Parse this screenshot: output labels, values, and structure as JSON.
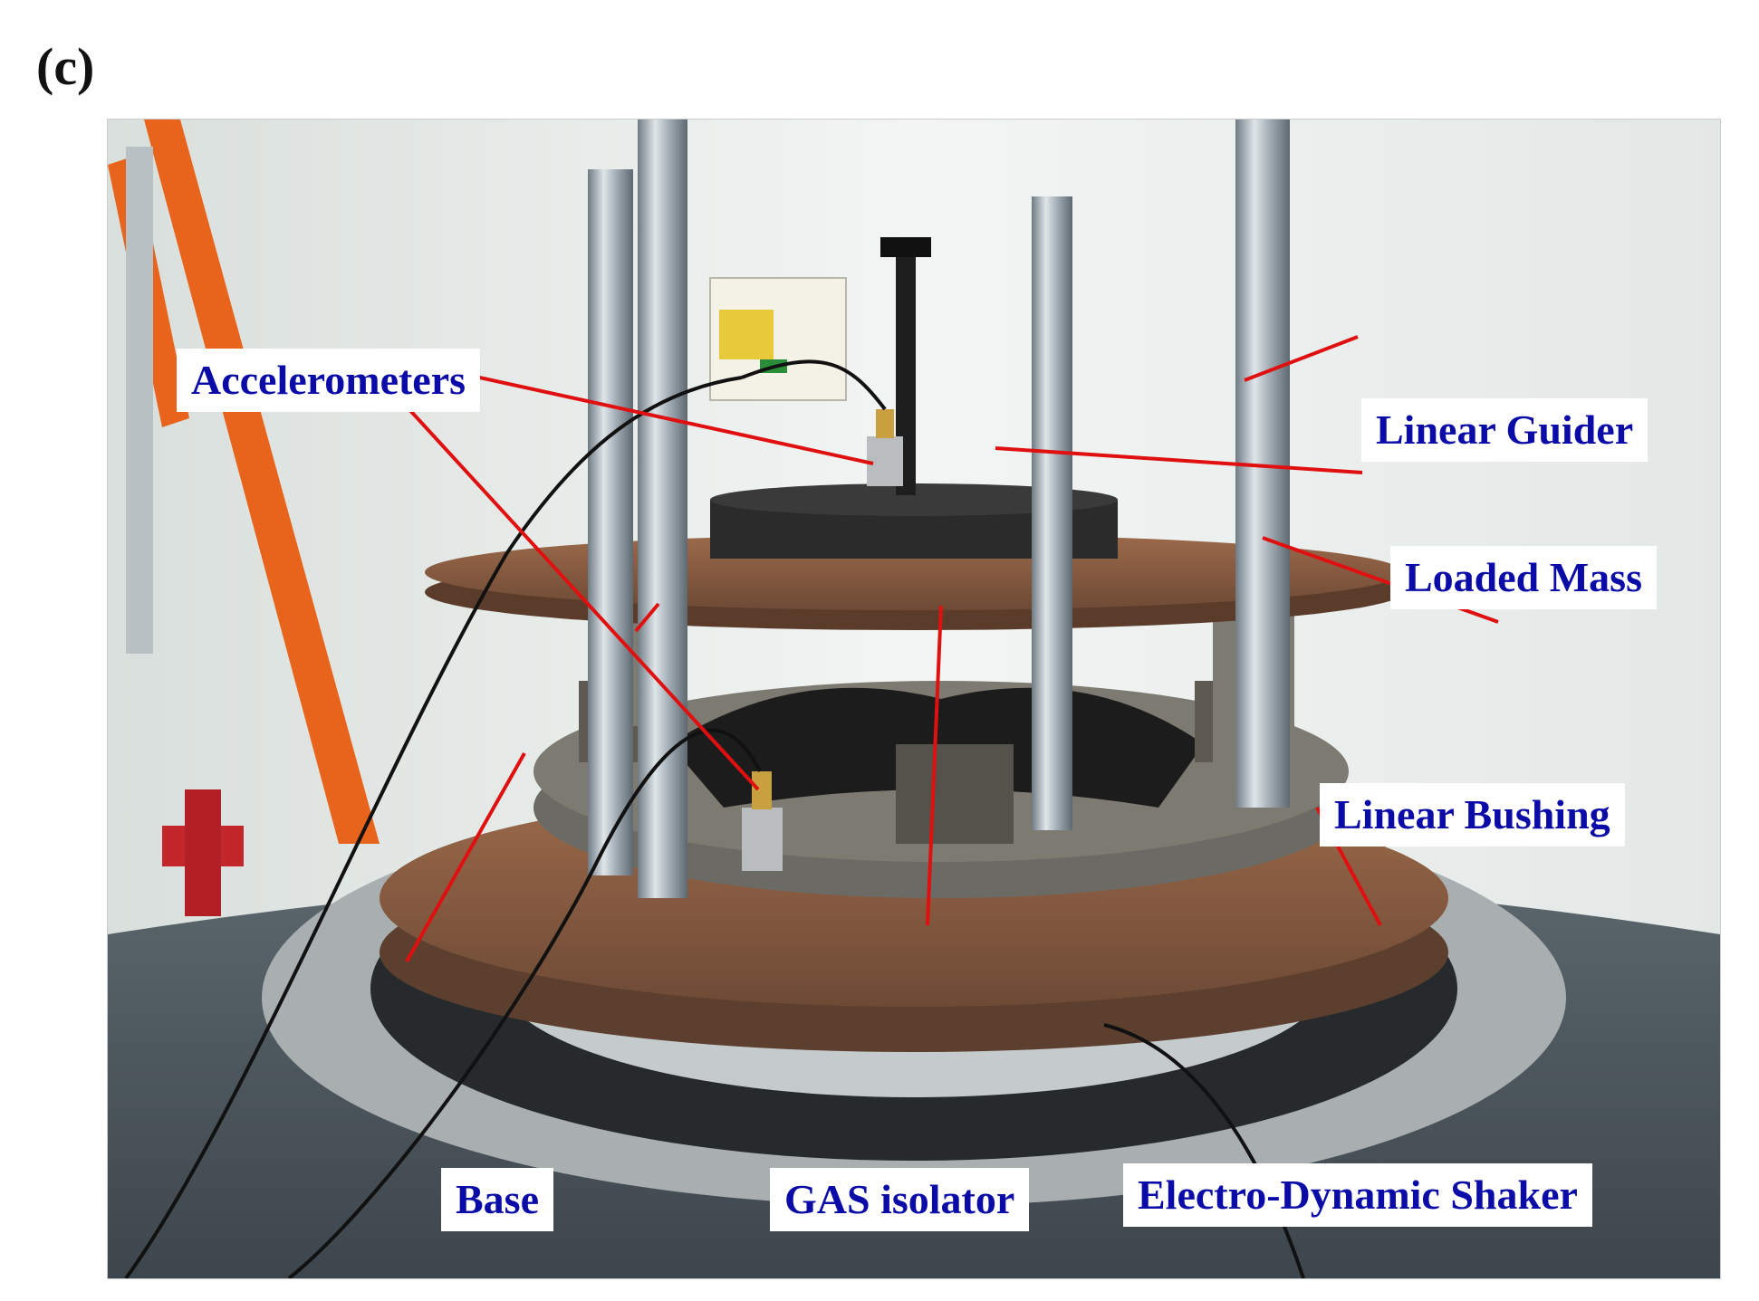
{
  "panel_label": "(c)",
  "labels": {
    "accelerometers": "Accelerometers",
    "linear_guider": "Linear Guider",
    "loaded_mass": "Loaded Mass",
    "linear_bushing": "Linear Bushing",
    "base": "Base",
    "gas_isolator": "GAS isolator",
    "shaker": "Electro-Dynamic Shaker"
  },
  "colors": {
    "label_text": "#0b0ba8",
    "leader_line": "#e01010",
    "background_wall": "#e8ecea",
    "rust": "#8a5a3e",
    "steel": "#9aa4ad",
    "shaker_body": "#4a555c"
  }
}
